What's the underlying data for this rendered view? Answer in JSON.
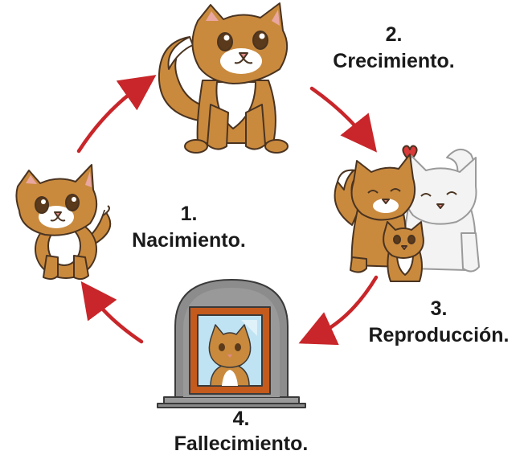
{
  "colors": {
    "arrow": "#c8262a",
    "fur": "#c98a3e",
    "fur_dark": "#a8692a",
    "chest": "#ffffff",
    "outline": "#4a3320",
    "white_cat": "#f3f3f3",
    "tombstone": "#8c8c8c",
    "frame": "#c45a1c",
    "photo_bg": "#bfe3f2",
    "heart": "#d93a3a"
  },
  "stages": [
    {
      "number": "1.",
      "label": "Nacimiento."
    },
    {
      "number": "2.",
      "label": "Crecimiento."
    },
    {
      "number": "3.",
      "label": "Reproducción."
    },
    {
      "number": "4.",
      "label": "Fallecimiento."
    }
  ]
}
